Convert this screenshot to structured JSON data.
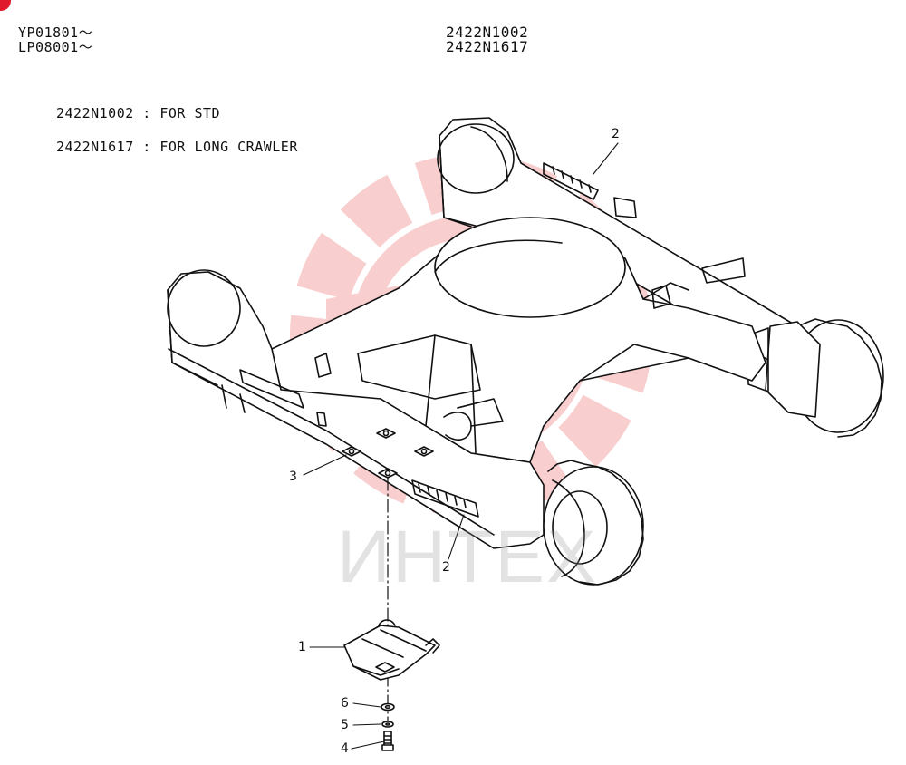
{
  "header": {
    "serial_lines": [
      "YP01801～",
      "LP08001～"
    ],
    "assembly_numbers": [
      "2422N1002",
      "2422N1617"
    ]
  },
  "notes": [
    "2422N1002 : FOR STD",
    "2422N1617 : FOR LONG CRAWLER"
  ],
  "callouts": {
    "c2_top": "2",
    "c3": "3",
    "c2_bottom": "2",
    "c1": "1",
    "c6": "6",
    "c5": "5",
    "c4": "4"
  },
  "watermark": {
    "text": "ИНТЕХ",
    "logo": "gear-logo",
    "color": "#f7c6c6"
  },
  "colors": {
    "line": "#111111",
    "brand_red": "#e0192c"
  }
}
